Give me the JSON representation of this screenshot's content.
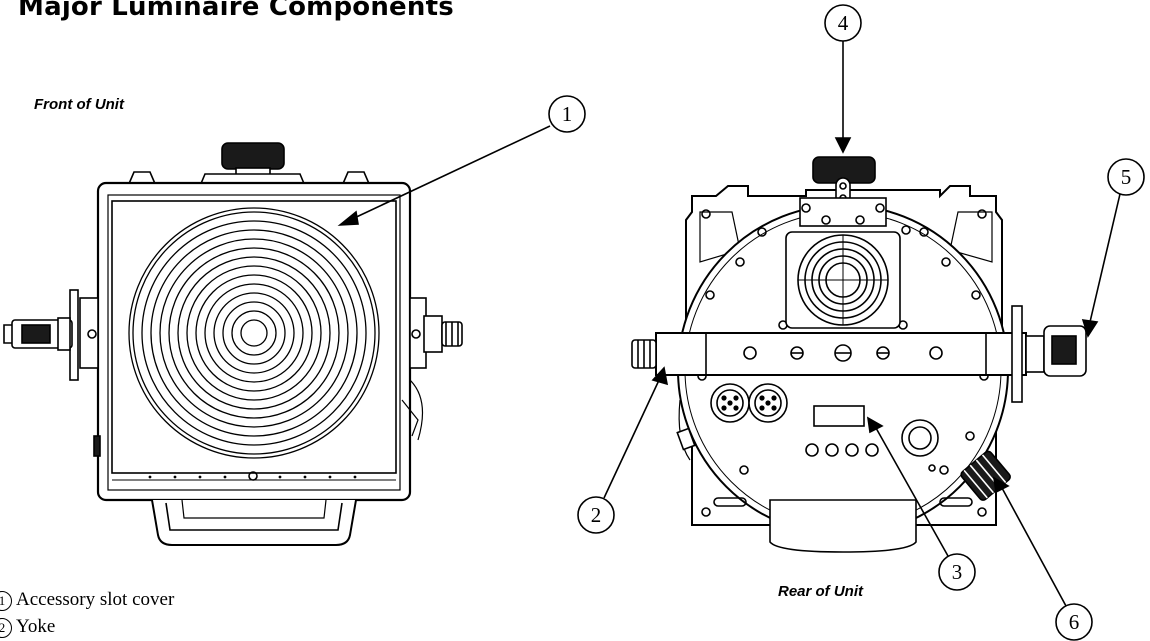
{
  "title": "Major Luminaire Components",
  "front_caption": "Front of Unit",
  "rear_caption": "Rear of Unit",
  "callouts": [
    "1",
    "2",
    "3",
    "4",
    "5",
    "6"
  ],
  "legend": [
    {
      "number": "1",
      "label": "Accessory slot cover"
    },
    {
      "number": "2",
      "label": "Yoke"
    }
  ],
  "colors": {
    "line": "#000000",
    "fill": "#ffffff",
    "dark": "#1a1a1a"
  }
}
